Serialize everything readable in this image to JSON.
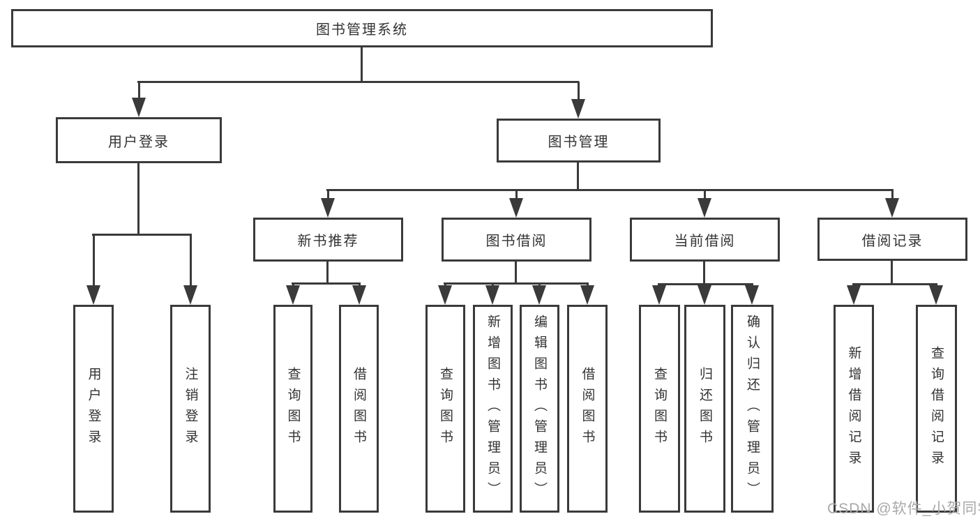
{
  "colors": {
    "line": "#3a3a3a",
    "text": "#333333",
    "watermark": "#a8a8a8",
    "bg": "#ffffff"
  },
  "nodes": {
    "root": "图书管理系统",
    "user_login": "用户登录",
    "book_mgmt": "图书管理",
    "login_user": "用户登录",
    "login_logout": "注销登录",
    "new_books": "新书推荐",
    "book_borrow": "图书借阅",
    "current_borrow": "当前借阅",
    "borrow_records": "借阅记录",
    "nb_query": "查询图书",
    "nb_borrow": "借阅图书",
    "bb_query": "查询图书",
    "bb_add": "新增图书（管理员）",
    "bb_edit": "编辑图书（管理员）",
    "bb_borrow": "借阅图书",
    "cb_query": "查询图书",
    "cb_return": "归还图书",
    "cb_confirm": "确认归还（管理员）",
    "br_add": "新增借阅记录",
    "br_query": "查询借阅记录"
  },
  "watermark": {
    "text": "CSDN @软件_小贺同学"
  }
}
